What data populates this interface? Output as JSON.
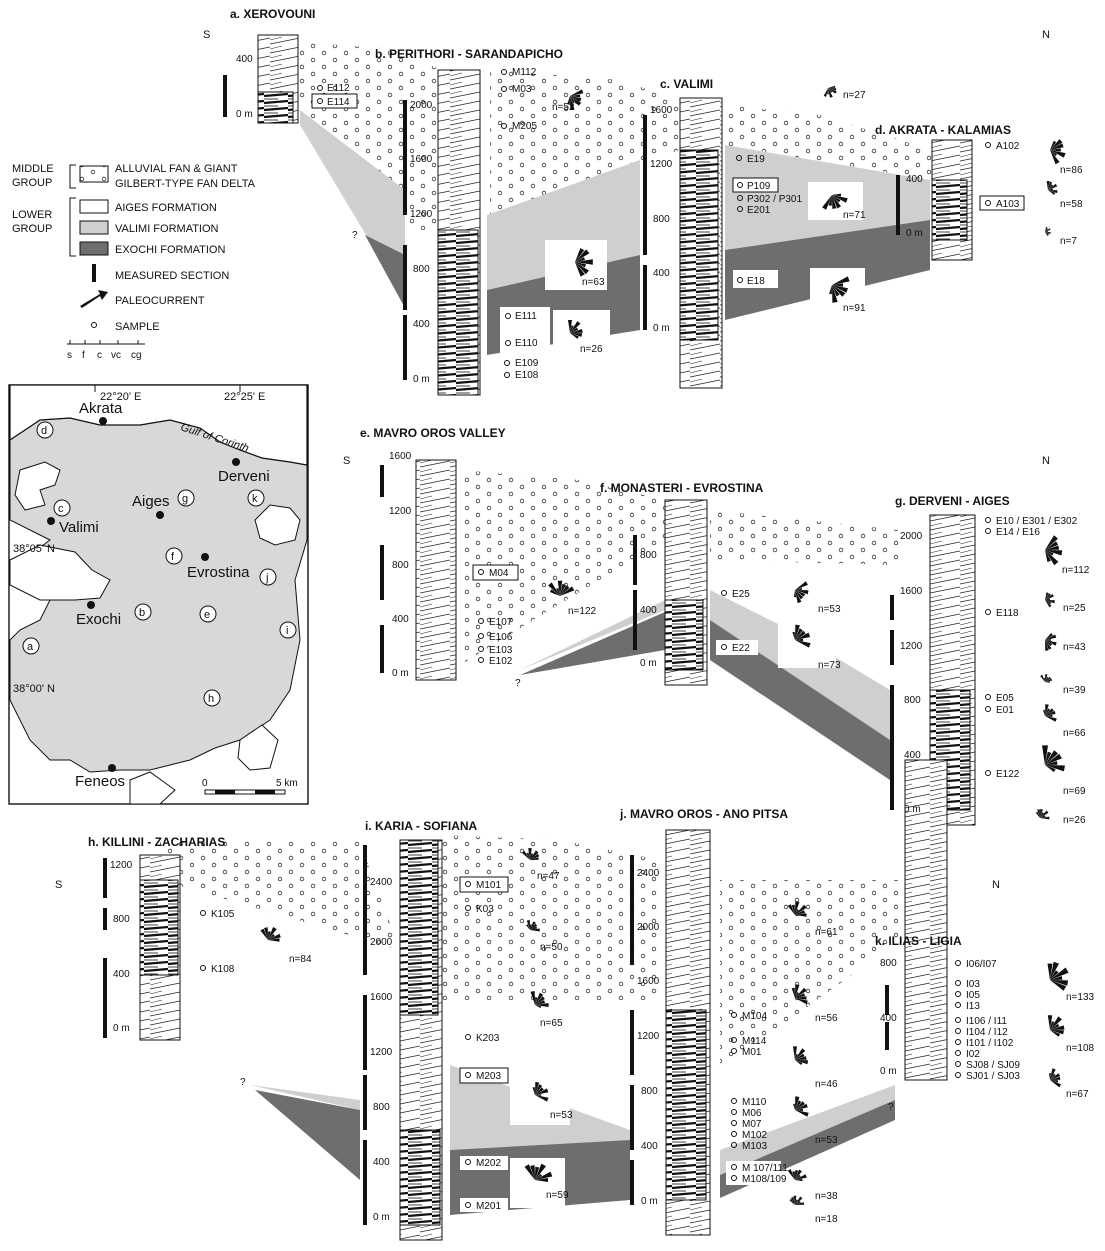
{
  "orientation": {
    "south": "S",
    "north": "N"
  },
  "legend": {
    "middle_group": [
      "MIDDLE",
      "GROUP"
    ],
    "lower_group": [
      "LOWER",
      "GROUP"
    ],
    "alluvial": [
      "ALLUVIAL FAN & GIANT",
      "GILBERT-TYPE FAN DELTA"
    ],
    "aiges": "AIGES FORMATION",
    "valimi": "VALIMI FORMATION",
    "exochi": "EXOCHI FORMATION",
    "measured": "MEASURED SECTION",
    "paleocurrent": "PALEOCURRENT",
    "sample": "SAMPLE",
    "grain": [
      "s",
      "f",
      "c",
      "vc",
      "cg"
    ]
  },
  "colors": {
    "valimi": "#cfcfcf",
    "exochi": "#6e6e6e",
    "aiges": "#ffffff",
    "map_land": "#d8d8d8"
  },
  "map": {
    "lon1": "22°20' E",
    "lon2": "22°25' E",
    "lat1": "38°05' N",
    "lat2": "38°00' N",
    "gulf": "Gulf of Corinth",
    "towns": [
      "Akrata",
      "Derveni",
      "Aiges",
      "Valimi",
      "Evrostina",
      "Exochi",
      "Feneos"
    ],
    "letters": [
      "d",
      "c",
      "g",
      "k",
      "f",
      "j",
      "b",
      "e",
      "i",
      "a",
      "h"
    ],
    "scale": {
      "zero": "0",
      "five": "5 km"
    }
  },
  "sections": {
    "a": {
      "title": "a. XEROVOUNI",
      "ticks": [
        "400",
        "0 m"
      ],
      "samples": [
        "E112",
        "E114"
      ]
    },
    "b": {
      "title": "b. PERITHORI - SARANDAPICHO",
      "ticks": [
        "2000",
        "1600",
        "1200",
        "800",
        "400",
        "0 m"
      ],
      "samples": [
        "M112",
        "M03",
        "M205",
        "E111",
        "E110",
        "E109",
        "E108"
      ],
      "n": [
        "n=52",
        "n=63",
        "n=26"
      ]
    },
    "c": {
      "title": "c. VALIMI",
      "ticks": [
        "1600",
        "1200",
        "800",
        "400",
        "0 m"
      ],
      "samples": [
        "E19",
        "P109",
        "P302 / P301",
        "E201",
        "E18"
      ],
      "n": [
        "n=27",
        "n=71",
        "n=91"
      ]
    },
    "d": {
      "title": "d. AKRATA - KALAMIAS",
      "ticks": [
        "400",
        "0 m"
      ],
      "samples": [
        "A102",
        "A103"
      ],
      "n": [
        "n=86",
        "n=58",
        "n=7"
      ]
    },
    "e": {
      "title": "e. MAVRO OROS VALLEY",
      "ticks": [
        "1600",
        "1200",
        "800",
        "400",
        "0 m"
      ],
      "samples": [
        "M04",
        "E107",
        "E106",
        "E103",
        "E102"
      ],
      "n": [
        "n=122"
      ]
    },
    "f": {
      "title": "f. MONASTERI - EVROSTINA",
      "ticks": [
        "800",
        "400",
        "0 m"
      ],
      "samples": [
        "E25",
        "E22"
      ],
      "n": [
        "n=53",
        "n=73"
      ]
    },
    "g": {
      "title": "g. DERVENI - AIGES",
      "ticks": [
        "2000",
        "1600",
        "1200",
        "800",
        "400",
        "0 m"
      ],
      "samples": [
        "E10 / E301 / E302",
        "E14 / E16",
        "E118",
        "E05",
        "E01",
        "E122"
      ],
      "n": [
        "n=112",
        "n=25",
        "n=43",
        "n=39",
        "n=66",
        "n=69",
        "n=26"
      ]
    },
    "h": {
      "title": "h. KILLINI - ZACHARIAS",
      "ticks": [
        "1200",
        "800",
        "400",
        "0 m"
      ],
      "samples": [
        "K105",
        "K108"
      ],
      "n": [
        "n=84"
      ]
    },
    "i": {
      "title": "i. KARIA - SOFIANA",
      "ticks": [
        "2400",
        "2000",
        "1600",
        "1200",
        "800",
        "400",
        "0 m"
      ],
      "samples": [
        "M101",
        "K03",
        "K203",
        "M203",
        "M202",
        "M201"
      ],
      "n": [
        "n=47",
        "n=50",
        "n=65",
        "n=53",
        "n=59"
      ]
    },
    "j": {
      "title": "j. MAVRO OROS - ANO PITSA",
      "ticks": [
        "2400",
        "2000",
        "1600",
        "1200",
        "800",
        "400",
        "0 m"
      ],
      "samples": [
        "M104",
        "M114",
        "M01",
        "M110",
        "M06",
        "M07",
        "M102",
        "M103",
        "M 107/111",
        "M108/109"
      ],
      "n": [
        "n=61",
        "n=56",
        "n=46",
        "n=53",
        "n=38",
        "n=18"
      ]
    },
    "k": {
      "title": "k. ILIAS - LIGIA",
      "ticks": [
        "800",
        "400",
        "0 m"
      ],
      "samples": [
        "I06/I07",
        "I03",
        "I05",
        "I13",
        "I106 / I11",
        "I104 / I12",
        "I101 / I102",
        "I02",
        "SJ08 / SJ09",
        "SJ01 / SJ03"
      ],
      "n": [
        "n=133",
        "n=108",
        "n=67"
      ]
    }
  },
  "question": "?"
}
